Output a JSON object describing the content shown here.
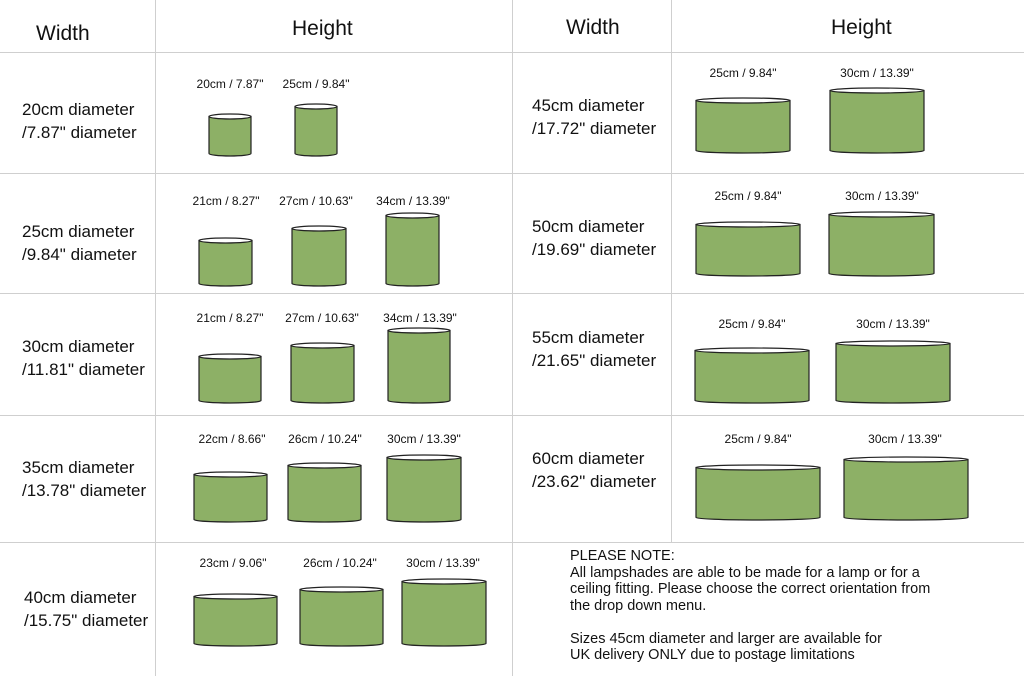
{
  "headers": {
    "left_width": "Width",
    "left_height": "Height",
    "right_width": "Width",
    "right_height": "Height"
  },
  "rows": [
    {
      "width_label_line1": "20cm diameter",
      "width_label_line2": "/7.87\" diameter",
      "shades": [
        {
          "label": "20cm / 7.87\""
        },
        {
          "label": "25cm / 9.84\""
        }
      ]
    },
    {
      "width_label_line1": "25cm diameter",
      "width_label_line2": "/9.84\" diameter",
      "shades": [
        {
          "label": "21cm / 8.27\""
        },
        {
          "label": "27cm / 10.63\""
        },
        {
          "label": "34cm / 13.39\""
        }
      ]
    },
    {
      "width_label_line1": "30cm diameter",
      "width_label_line2": "/11.81\" diameter",
      "shades": [
        {
          "label": "21cm / 8.27\""
        },
        {
          "label": "27cm / 10.63\""
        },
        {
          "label": "34cm / 13.39\""
        }
      ]
    },
    {
      "width_label_line1": "35cm diameter",
      "width_label_line2": "/13.78\" diameter",
      "shades": [
        {
          "label": "22cm / 8.66\""
        },
        {
          "label": "26cm / 10.24\""
        },
        {
          "label": "30cm / 13.39\""
        }
      ]
    },
    {
      "width_label_line1": "40cm diameter",
      "width_label_line2": "/15.75\" diameter",
      "shades": [
        {
          "label": "23cm / 9.06\""
        },
        {
          "label": "26cm / 10.24\""
        },
        {
          "label": "30cm / 13.39\""
        }
      ]
    },
    {
      "width_label_line1": "45cm diameter",
      "width_label_line2": "/17.72\" diameter",
      "shades": [
        {
          "label": "25cm / 9.84\""
        },
        {
          "label": "30cm / 13.39\""
        }
      ]
    },
    {
      "width_label_line1": "50cm diameter",
      "width_label_line2": "/19.69\" diameter",
      "shades": [
        {
          "label": "25cm / 9.84\""
        },
        {
          "label": "30cm / 13.39\""
        }
      ]
    },
    {
      "width_label_line1": "55cm diameter",
      "width_label_line2": "/21.65\" diameter",
      "shades": [
        {
          "label": "25cm / 9.84\""
        },
        {
          "label": "30cm / 13.39\""
        }
      ]
    },
    {
      "width_label_line1": "60cm diameter",
      "width_label_line2": "/23.62\" diameter",
      "shades": [
        {
          "label": "25cm / 9.84\""
        },
        {
          "label": "30cm / 13.39\""
        }
      ]
    }
  ],
  "note": {
    "line1": "PLEASE NOTE:",
    "line2": "All lampshades are able to be made for a lamp or for a",
    "line3": "ceiling fitting. Please choose the correct orientation from",
    "line4": "the drop down menu.",
    "line5": "Sizes 45cm diameter and larger are available for",
    "line6": "UK delivery ONLY due to postage limitations"
  },
  "colors": {
    "shade_fill": "#8db066",
    "shade_top": "#ffffff",
    "outline": "#222222",
    "grid": "#cfcfcf"
  }
}
